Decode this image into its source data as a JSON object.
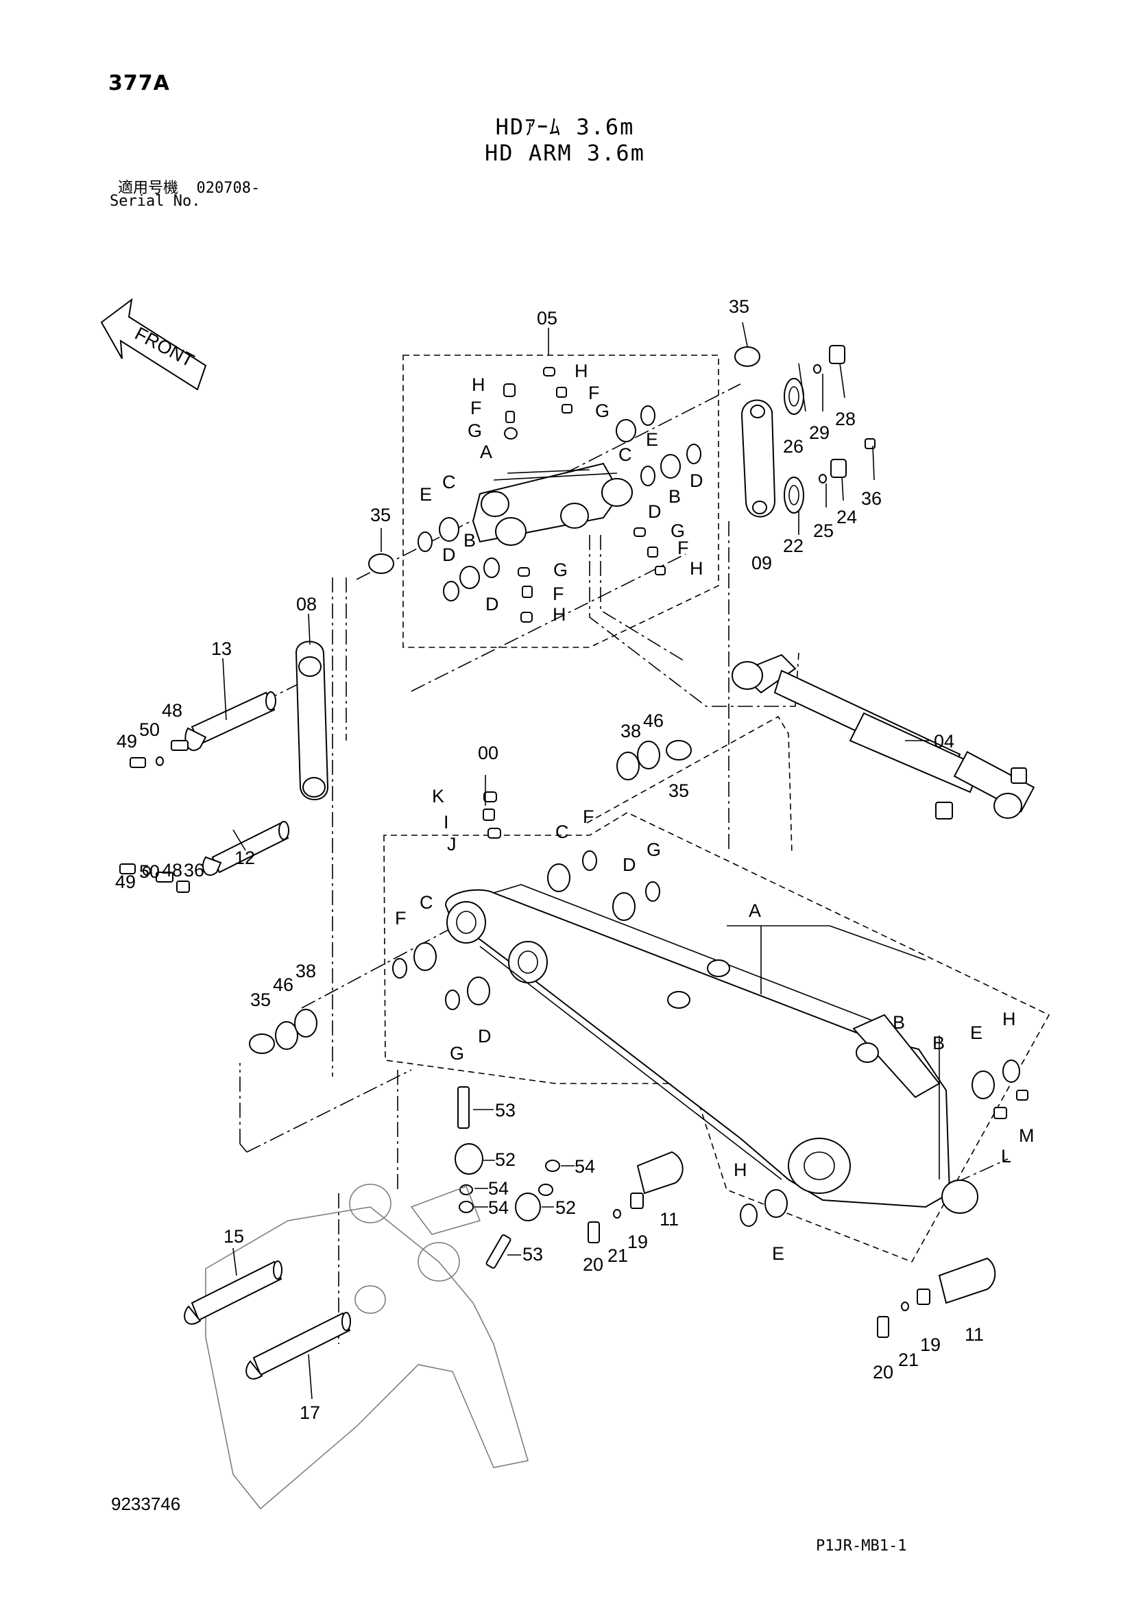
{
  "header": {
    "page_code": "377A",
    "title_jp": "HDｱｰﾑ 3.6m",
    "title_en": "HD ARM 3.6m",
    "serial_label_jp": "適用号機",
    "serial_value": "020708-",
    "serial_label_en": "Serial No."
  },
  "footer": {
    "document_number": "9233746",
    "sheet_code": "P1JR-MB1-1"
  },
  "direction_arrow": {
    "label": "FRONT"
  },
  "callouts": [
    {
      "id": "c05",
      "text": "05"
    },
    {
      "id": "c35a",
      "text": "35"
    },
    {
      "id": "c35b",
      "text": "35"
    },
    {
      "id": "c08",
      "text": "08"
    },
    {
      "id": "c09",
      "text": "09"
    },
    {
      "id": "c13",
      "text": "13"
    },
    {
      "id": "c48a",
      "text": "48"
    },
    {
      "id": "c49a",
      "text": "49"
    },
    {
      "id": "c50a",
      "text": "50"
    },
    {
      "id": "c12",
      "text": "12"
    },
    {
      "id": "c48b",
      "text": "48"
    },
    {
      "id": "c49b",
      "text": "49"
    },
    {
      "id": "c50b",
      "text": "50"
    },
    {
      "id": "c36a",
      "text": "36"
    },
    {
      "id": "c26",
      "text": "26"
    },
    {
      "id": "c29",
      "text": "29"
    },
    {
      "id": "c28",
      "text": "28"
    },
    {
      "id": "c22",
      "text": "22"
    },
    {
      "id": "c25",
      "text": "25"
    },
    {
      "id": "c24",
      "text": "24"
    },
    {
      "id": "c36b",
      "text": "36"
    },
    {
      "id": "c00",
      "text": "00"
    },
    {
      "id": "c04",
      "text": "04"
    },
    {
      "id": "c38a",
      "text": "38"
    },
    {
      "id": "c46a",
      "text": "46"
    },
    {
      "id": "c35c",
      "text": "35"
    },
    {
      "id": "c35d",
      "text": "35"
    },
    {
      "id": "c46b",
      "text": "46"
    },
    {
      "id": "c38b",
      "text": "38"
    },
    {
      "id": "c53a",
      "text": "53"
    },
    {
      "id": "c52a",
      "text": "52"
    },
    {
      "id": "c54a",
      "text": "54"
    },
    {
      "id": "c54b",
      "text": "54"
    },
    {
      "id": "c54c",
      "text": "54"
    },
    {
      "id": "c52b",
      "text": "52"
    },
    {
      "id": "c53b",
      "text": "53"
    },
    {
      "id": "c20a",
      "text": "20"
    },
    {
      "id": "c21a",
      "text": "21"
    },
    {
      "id": "c19a",
      "text": "19"
    },
    {
      "id": "c11a",
      "text": "11"
    },
    {
      "id": "c15",
      "text": "15"
    },
    {
      "id": "c17",
      "text": "17"
    },
    {
      "id": "c20b",
      "text": "20"
    },
    {
      "id": "c21b",
      "text": "21"
    },
    {
      "id": "c19b",
      "text": "19"
    },
    {
      "id": "c11b",
      "text": "11"
    }
  ],
  "letters": [
    {
      "id": "H1",
      "text": "H"
    },
    {
      "id": "F1",
      "text": "F"
    },
    {
      "id": "G1",
      "text": "G"
    },
    {
      "id": "A1",
      "text": "A"
    },
    {
      "id": "H2",
      "text": "H"
    },
    {
      "id": "F2",
      "text": "F"
    },
    {
      "id": "G2",
      "text": "G"
    },
    {
      "id": "C1",
      "text": "C"
    },
    {
      "id": "E1",
      "text": "E"
    },
    {
      "id": "D1",
      "text": "D"
    },
    {
      "id": "B1",
      "text": "B"
    },
    {
      "id": "D2",
      "text": "D"
    },
    {
      "id": "E2",
      "text": "E"
    },
    {
      "id": "C2",
      "text": "C"
    },
    {
      "id": "B2",
      "text": "B"
    },
    {
      "id": "D3",
      "text": "D"
    },
    {
      "id": "D4",
      "text": "D"
    },
    {
      "id": "G3",
      "text": "G"
    },
    {
      "id": "F3",
      "text": "F"
    },
    {
      "id": "H3",
      "text": "H"
    },
    {
      "id": "G4",
      "text": "G"
    },
    {
      "id": "F4",
      "text": "F"
    },
    {
      "id": "H4",
      "text": "H"
    },
    {
      "id": "K1",
      "text": "K"
    },
    {
      "id": "I1",
      "text": "I"
    },
    {
      "id": "J1",
      "text": "J"
    },
    {
      "id": "C3",
      "text": "C"
    },
    {
      "id": "F5",
      "text": "F"
    },
    {
      "id": "D5",
      "text": "D"
    },
    {
      "id": "G5",
      "text": "G"
    },
    {
      "id": "F6",
      "text": "F"
    },
    {
      "id": "C4",
      "text": "C"
    },
    {
      "id": "G6",
      "text": "G"
    },
    {
      "id": "D6",
      "text": "D"
    },
    {
      "id": "A2",
      "text": "A"
    },
    {
      "id": "B3",
      "text": "B"
    },
    {
      "id": "B4",
      "text": "B"
    },
    {
      "id": "E3",
      "text": "E"
    },
    {
      "id": "H5",
      "text": "H"
    },
    {
      "id": "M1",
      "text": "M"
    },
    {
      "id": "L1",
      "text": "L"
    },
    {
      "id": "H6",
      "text": "H"
    },
    {
      "id": "E4",
      "text": "E"
    }
  ]
}
